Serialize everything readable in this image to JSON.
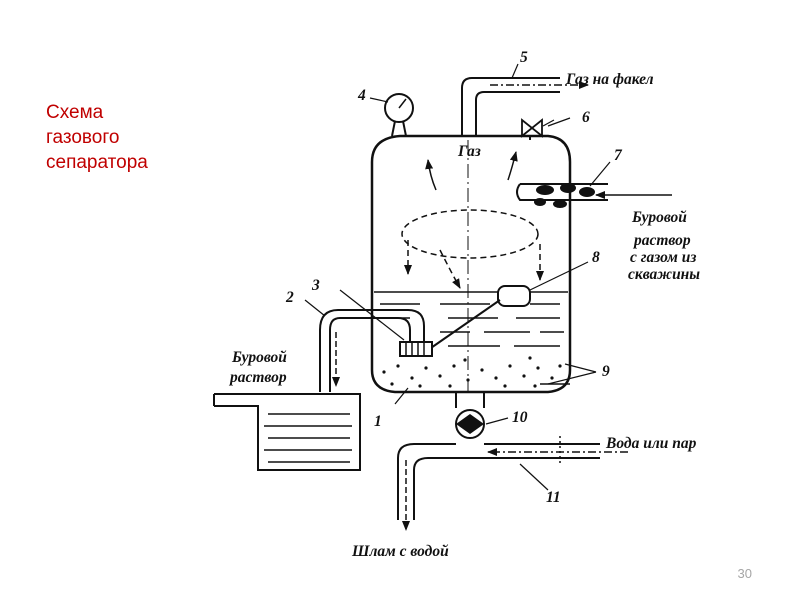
{
  "slide": {
    "title_lines": [
      "Схема",
      "газового",
      "сепаратора"
    ],
    "page_number": "30"
  },
  "diagram": {
    "labels": {
      "gas_to_flare": "Газ на факел",
      "gas": "Газ",
      "drilling_fluid_in": [
        "Буровой",
        "раствор",
        "с газом из",
        "скважины"
      ],
      "drilling_fluid_out": [
        "Буровой",
        "раствор"
      ],
      "water_or_steam": "Вода или пар",
      "sludge_with_water": "Шлам с водой"
    },
    "numbers": {
      "n1": "1",
      "n2": "2",
      "n3": "3",
      "n4": "4",
      "n5": "5",
      "n6": "6",
      "n7": "7",
      "n8": "8",
      "n9": "9",
      "n10": "10",
      "n11": "11"
    }
  }
}
